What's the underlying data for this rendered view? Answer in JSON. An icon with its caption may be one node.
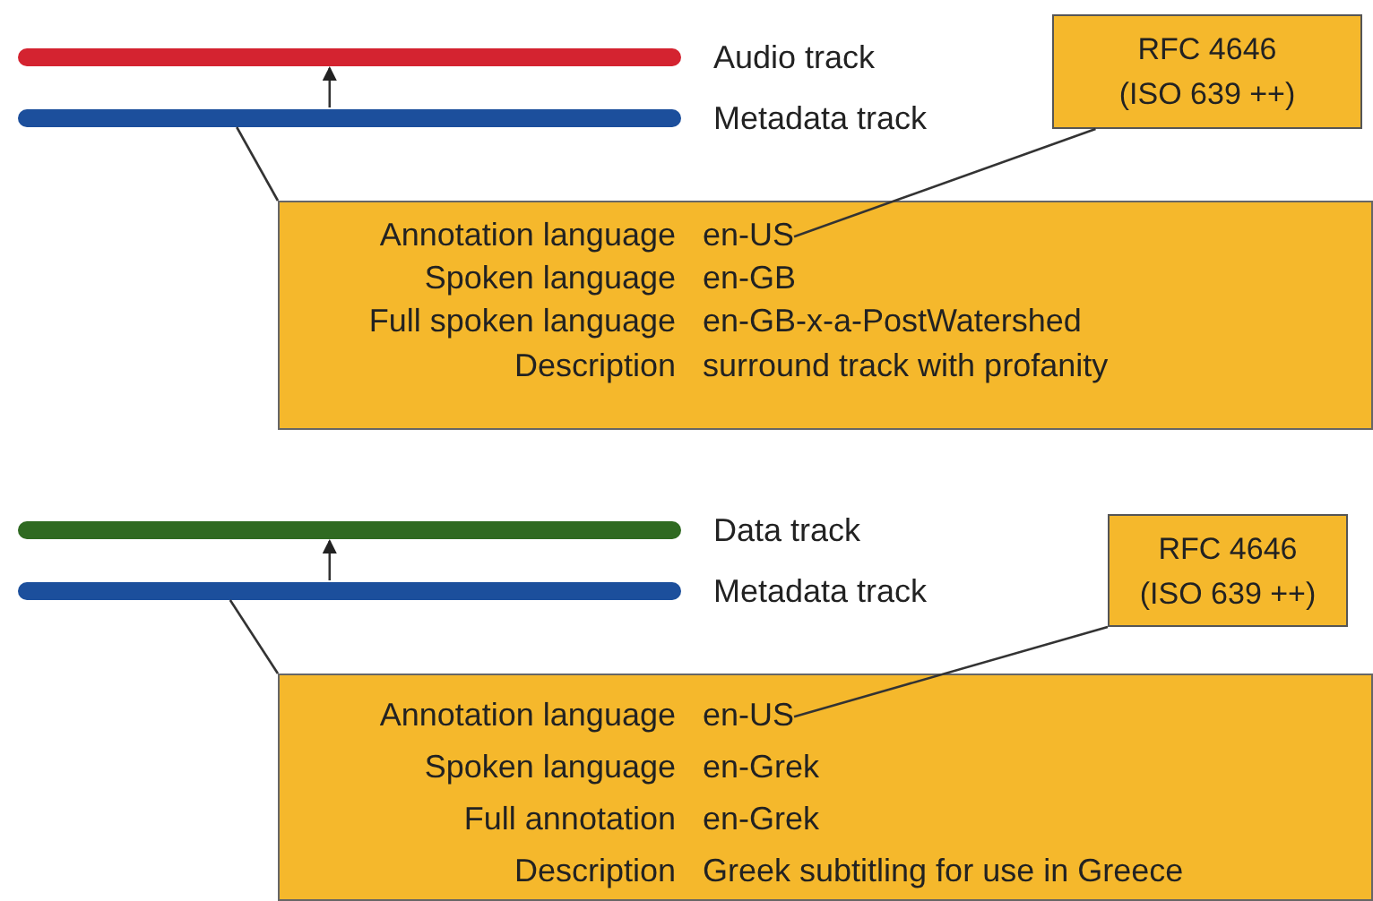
{
  "diagram": {
    "nodes": [
      {
        "text": [],
        "shape": "bar",
        "beside": [
          "Audio track"
        ]
      },
      {
        "text": [],
        "shape": "bar",
        "beside": [
          "Metadata track"
        ]
      },
      {
        "text": [
          "RFC 4646 (ISO 639 ++)"
        ]
      },
      {
        "text": [
          "Annotation language",
          "Spoken language",
          "en-GB",
          "Full spoken language",
          "en-GB-x-a-PostWatershed",
          "Description",
          "surround track with profanity"
        ]
      },
      {
        "text": [
          "en-US"
        ],
        "in": 3
      },
      {
        "text": [],
        "shape": "bar",
        "beside": [
          "Data track"
        ]
      },
      {
        "text": [],
        "shape": "bar",
        "beside": [
          "Metadata track"
        ]
      },
      {
        "text": [
          "RFC 4646 (ISO 639 ++)"
        ]
      },
      {
        "text": [
          "Annotation language",
          "Spoken language",
          "en-Grek",
          "Full annotation",
          "en-Grek",
          "Description",
          "Greek subtitling for use in Greece"
        ]
      },
      {
        "text": [
          "en-US"
        ],
        "in": 8
      }
    ],
    "edges": [
      {
        "from": 1,
        "to": 0,
        "arrow": "to"
      },
      {
        "from": 1,
        "to": 3,
        "arrow": "none"
      },
      {
        "from": 2,
        "to": 4,
        "arrow": "none"
      },
      {
        "from": 6,
        "to": 5,
        "arrow": "to"
      },
      {
        "from": 6,
        "to": 8,
        "arrow": "none"
      },
      {
        "from": 7,
        "to": 9,
        "arrow": "none"
      }
    ]
  }
}
